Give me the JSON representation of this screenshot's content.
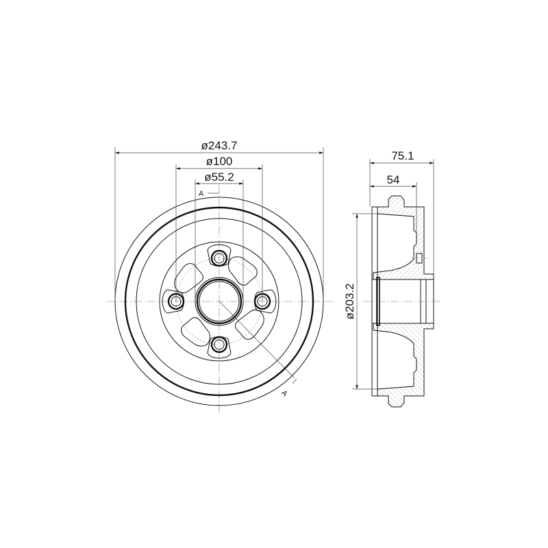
{
  "drawing": {
    "front_view": {
      "outer_diameter": "ø243.7",
      "bolt_circle_diameter": "ø100",
      "center_bore_diameter": "ø55.2",
      "section_mark_top": "A",
      "section_mark_bottom": "A",
      "bolt_hole_count": 4
    },
    "side_view": {
      "overall_width": "75.1",
      "drum_depth": "54",
      "braking_diameter": "ø203.2"
    },
    "colors": {
      "line": "#111111",
      "hatch": "#999999",
      "background": "#ffffff"
    }
  }
}
